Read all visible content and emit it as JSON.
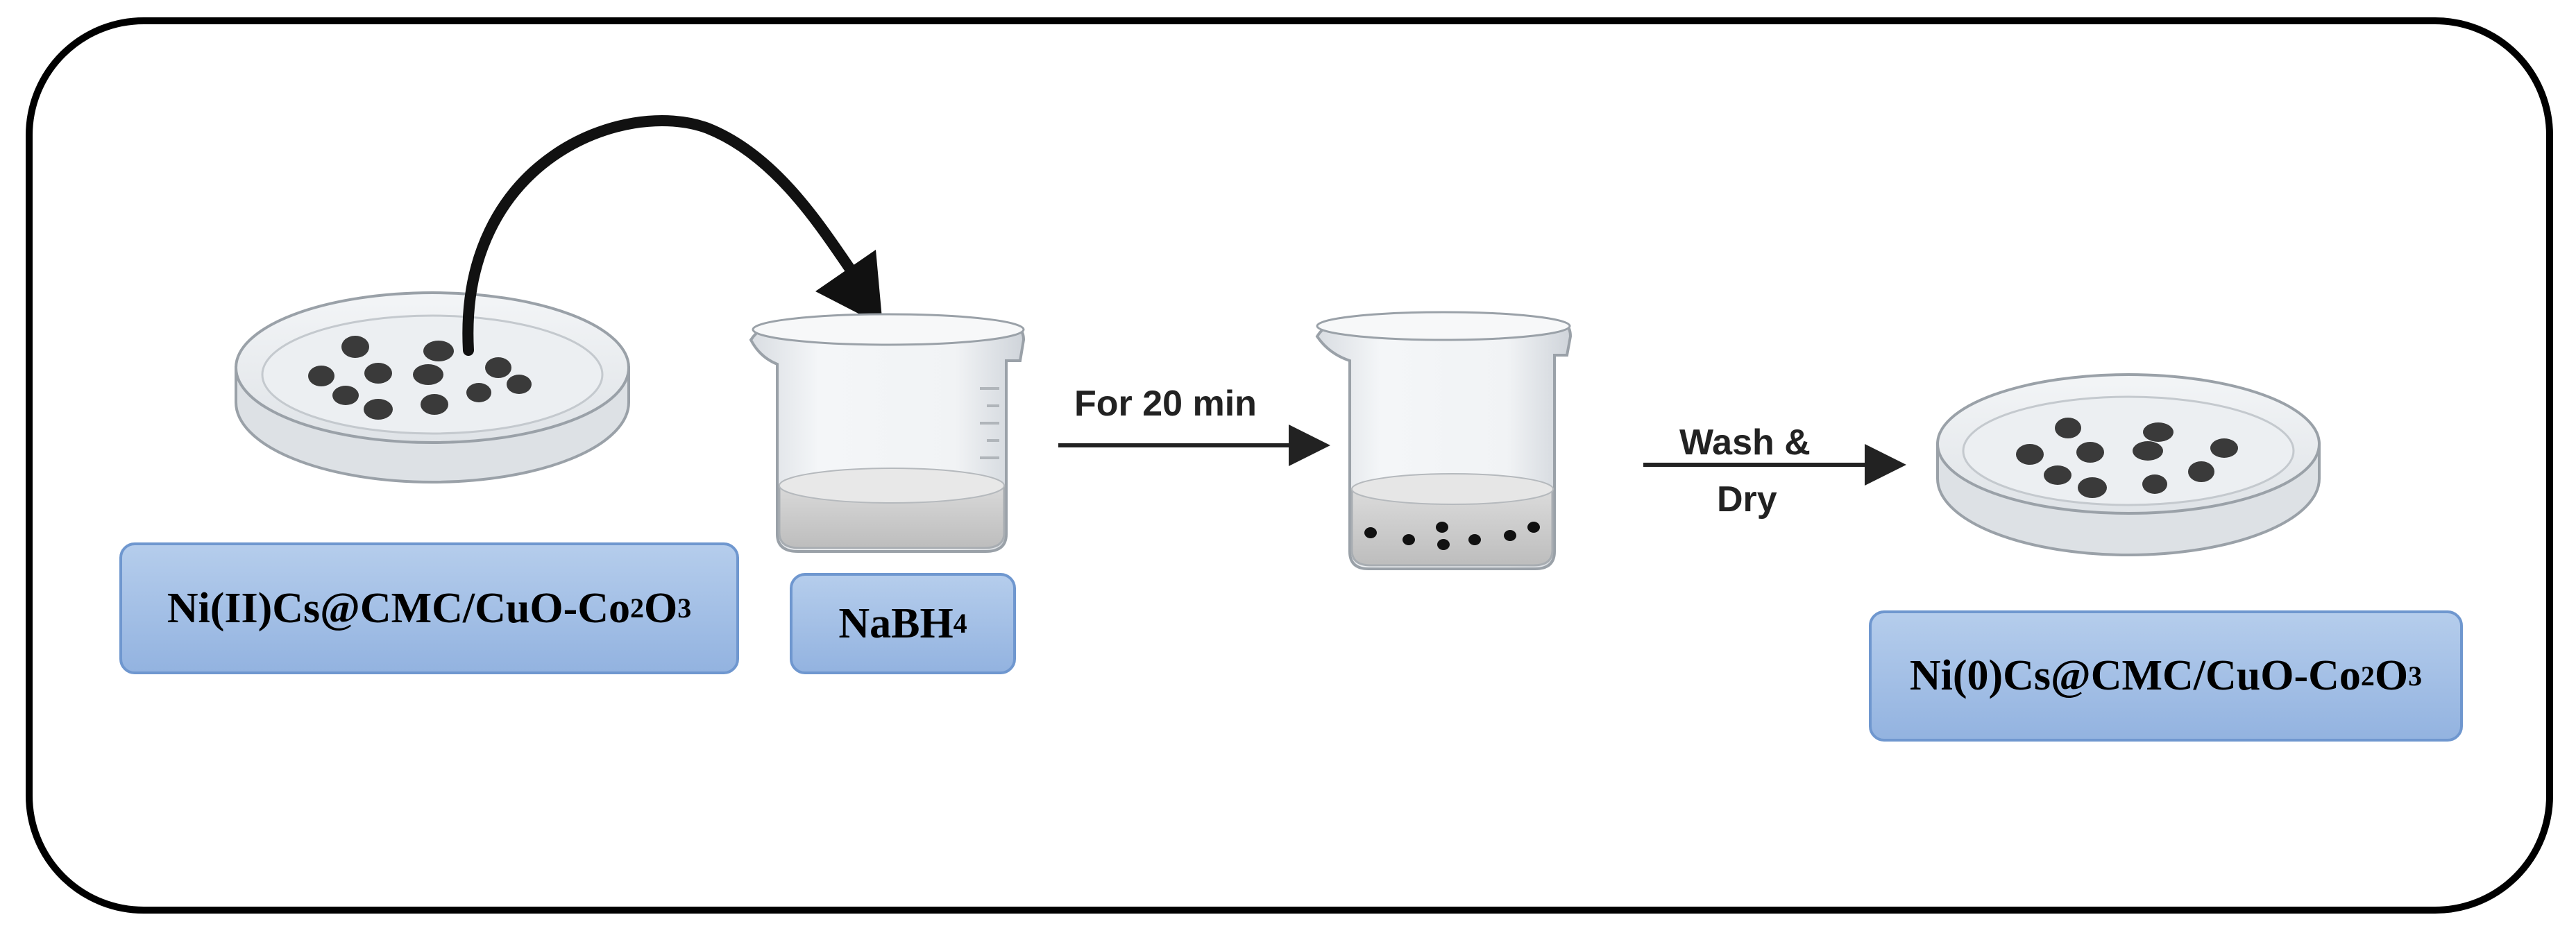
{
  "reagents": {
    "precursor": {
      "main": "Ni(II)Cs@CMC/CuO-Co",
      "sub1": "2",
      "mid": "O",
      "sub2": "3"
    },
    "reducer": {
      "main": "NaBH",
      "sub1": "4"
    },
    "product": {
      "main": "Ni(0)Cs@CMC/CuO-Co",
      "sub1": "2",
      "mid": "O",
      "sub2": "3"
    }
  },
  "steps": {
    "reaction_time": "For 20 min",
    "workup_line1": "Wash &",
    "workup_line2": "Dry"
  },
  "colors": {
    "frame": "#000000",
    "label_fill": "#a6c1e8",
    "label_border": "#6f97cf",
    "particle": "#3a3a3a",
    "arrow": "#222222"
  }
}
